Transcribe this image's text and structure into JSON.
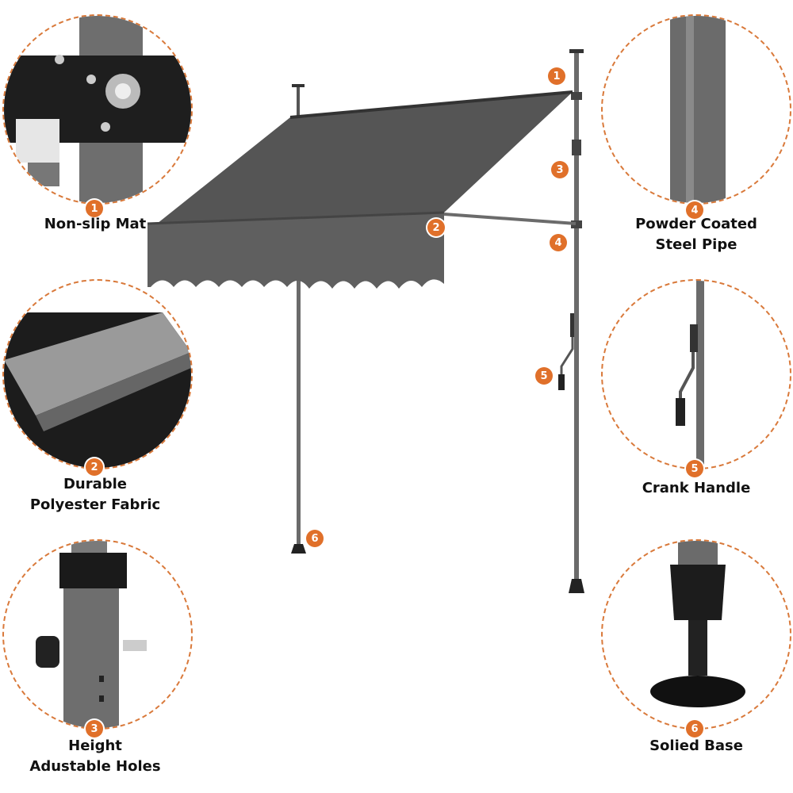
{
  "features": [
    {
      "id": "1",
      "label": "Non-slip Mat",
      "icon": "mount-bracket-icon"
    },
    {
      "id": "2",
      "label_line1": "Durable",
      "label_line2": "Polyester Fabric",
      "icon": "fabric-swatch-icon"
    },
    {
      "id": "3",
      "label_line1": "Height",
      "label_line2": "Adustable Holes",
      "icon": "adjustable-pole-icon"
    },
    {
      "id": "4",
      "label_line1": "Powder Coated",
      "label_line2": "Steel Pipe",
      "icon": "steel-pipe-icon"
    },
    {
      "id": "5",
      "label": "Crank Handle",
      "icon": "crank-handle-icon"
    },
    {
      "id": "6",
      "label": "Solied Base",
      "icon": "base-foot-icon"
    }
  ],
  "callouts": [
    "1",
    "2",
    "3",
    "4",
    "5",
    "6"
  ],
  "colors": {
    "accent": "#e0702a",
    "dash": "#d9793a",
    "fabric": "#555555",
    "frame": "#6b6b6b"
  }
}
